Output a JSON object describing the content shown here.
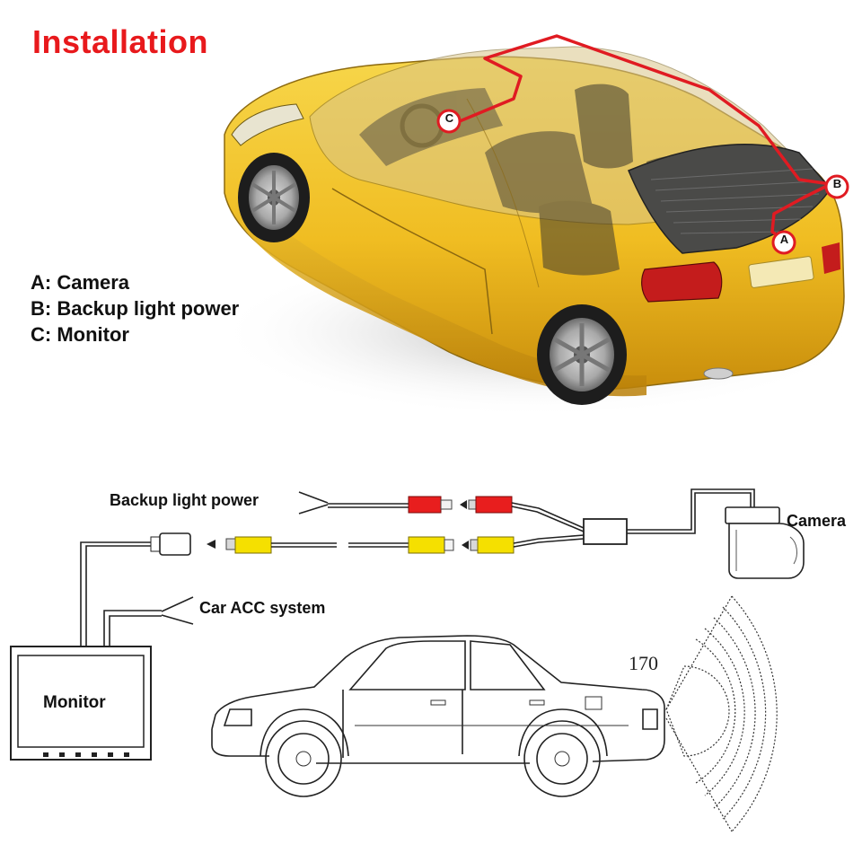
{
  "title": "Installation",
  "legend": [
    "A: Camera",
    "B: Backup light power",
    "C: Monitor"
  ],
  "markers": {
    "a": "A",
    "b": "B",
    "c": "C"
  },
  "wiring": {
    "backup_light_power": "Backup light power",
    "camera": "Camera",
    "car_acc_system": "Car ACC system",
    "monitor": "Monitor",
    "view_angle": "170"
  },
  "colors": {
    "title": "#e8191c",
    "route_line": "#e01b22",
    "car_body": "#f2c32a",
    "rca_red": "#e81e1e",
    "rca_yellow": "#f5e000"
  }
}
